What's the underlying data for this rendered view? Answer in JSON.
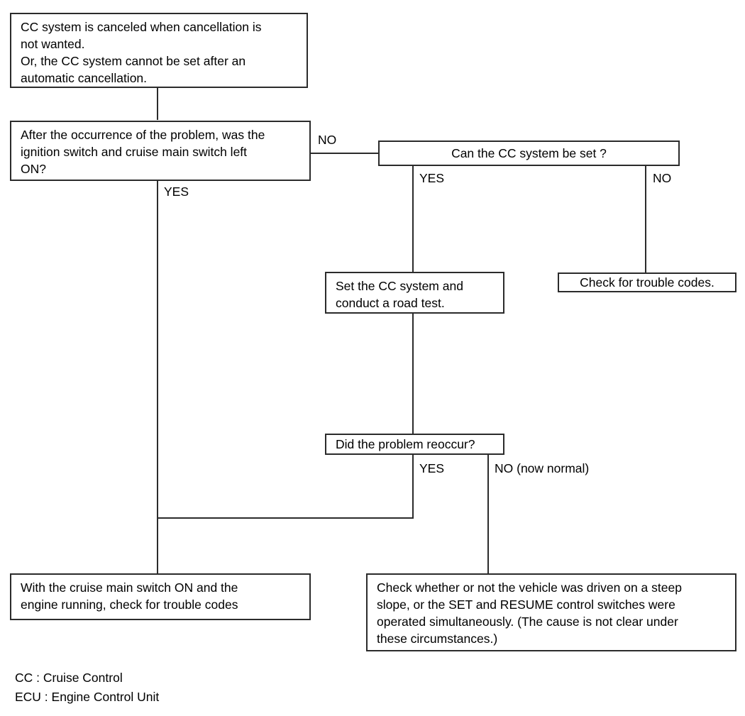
{
  "diagram": {
    "title": "CC System Cancellation Troubleshooting Flowchart",
    "stroke_color": "#2b2b2b",
    "background_color": "#ffffff",
    "nodes": {
      "problem_statement": "CC system is canceled when cancellation is\nnot wanted.\nOr, the CC system cannot be set after an\nautomatic cancellation.",
      "question_switch_left_on": "After the occurrence of the problem, was the\nignition switch and cruise main switch left\nON?",
      "question_can_set": "Can the CC system be set ?",
      "action_set_and_road_test": "Set the CC system and\nconduct a road test.",
      "action_check_trouble_codes": "Check for trouble codes.",
      "question_reoccur": "Did the problem reoccur?",
      "action_cruise_switch_on": "With the cruise main switch ON and the\nengine running, check for trouble codes",
      "action_check_steep_slope": "Check whether or not the vehicle was driven on a steep\nslope, or the SET and RESUME control switches were\noperated simultaneously. (The cause is not clear under\nthese circumstances.)"
    },
    "branch_labels": {
      "switch_no": "NO",
      "switch_yes": "YES",
      "can_set_yes": "YES",
      "can_set_no": "NO",
      "reoccur_yes": "YES",
      "reoccur_no": "NO (now normal)"
    },
    "legend": {
      "line_1": "CC : Cruise Control",
      "line_2": "ECU : Engine Control Unit"
    }
  }
}
